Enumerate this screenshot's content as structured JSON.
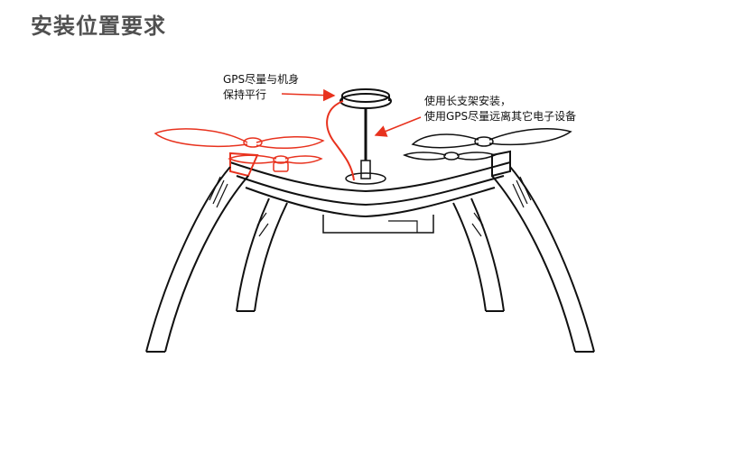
{
  "page": {
    "title": "安装位置要求"
  },
  "callouts": {
    "gps": {
      "line1": "GPS尽量与机身",
      "line2": "保持平行"
    },
    "mast": {
      "line1": "使用长支架安装，",
      "line2": "使用GPS尽量远离其它电子设备"
    }
  },
  "colors": {
    "heading": "#505050",
    "accent": "#e8321e",
    "outline": "#111111"
  }
}
